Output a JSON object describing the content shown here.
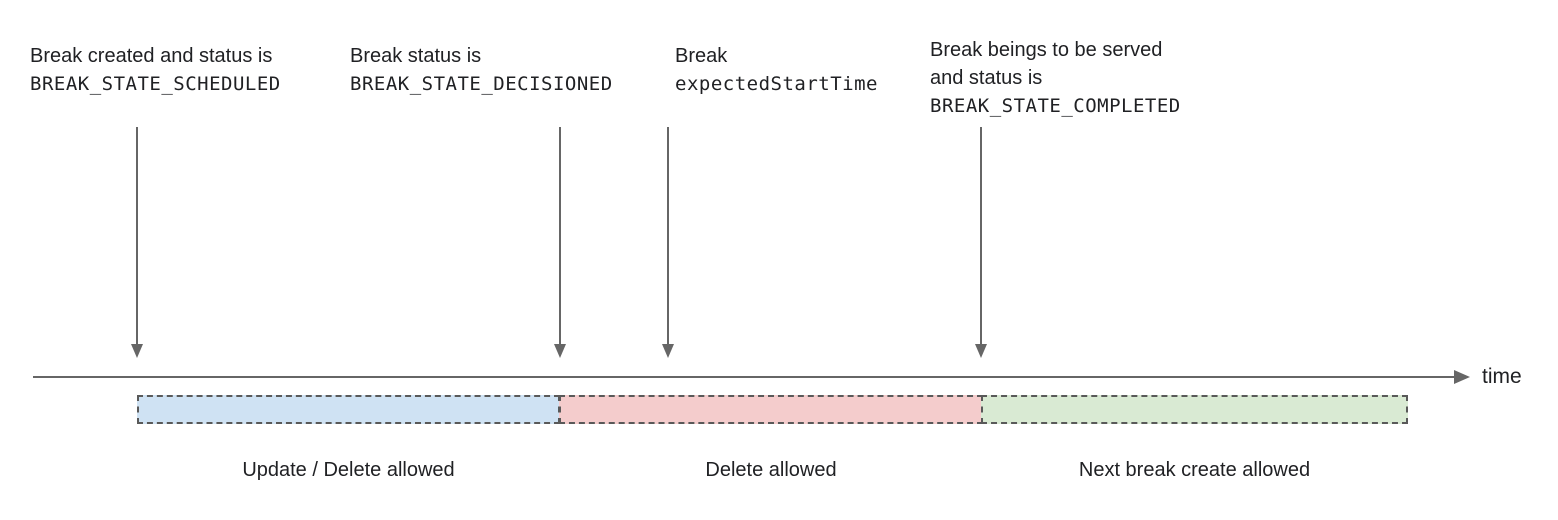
{
  "annotations": [
    {
      "text": "Break created and status is",
      "code": "BREAK_STATE_SCHEDULED"
    },
    {
      "text": "Break status is",
      "code": "BREAK_STATE_DECISIONED"
    },
    {
      "text": "Break",
      "code": "expectedStartTime"
    },
    {
      "text": "Break beings to be served",
      "text2": "and status is",
      "code": "BREAK_STATE_COMPLETED"
    }
  ],
  "timeline": {
    "axis_label": "time"
  },
  "segments": [
    {
      "label": "Update / Delete allowed",
      "fill": "#cfe2f3"
    },
    {
      "label": "Delete allowed",
      "fill": "#f4cccc"
    },
    {
      "label": "Next break create allowed",
      "fill": "#d9ead3"
    }
  ],
  "colors": {
    "arrow": "#666666",
    "text": "#202124",
    "segment_border": "#595959"
  }
}
